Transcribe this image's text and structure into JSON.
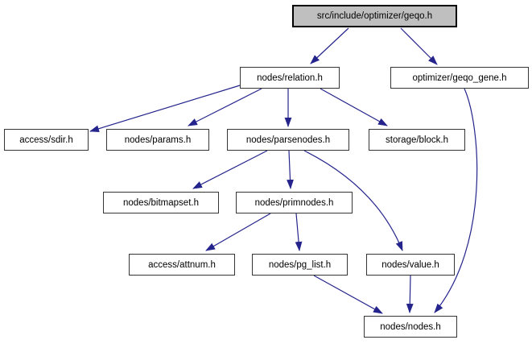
{
  "diagram": {
    "type": "include-dependency-graph",
    "root": "src/include/optimizer/geqo.h",
    "colors": {
      "background": "#ffffff",
      "edge": "#24248c",
      "node_border": "#353535",
      "root_border": "#000000",
      "root_fill": "#bfbfbf",
      "node_fill": "#ffffff",
      "text": "#000000"
    },
    "nodes": [
      {
        "id": "geqo",
        "label": "src/include/optimizer/geqo.h",
        "is_root": true
      },
      {
        "id": "relation",
        "label": "nodes/relation.h"
      },
      {
        "id": "geqo_gene",
        "label": "optimizer/geqo_gene.h"
      },
      {
        "id": "sdir",
        "label": "access/sdir.h"
      },
      {
        "id": "params",
        "label": "nodes/params.h"
      },
      {
        "id": "parsenodes",
        "label": "nodes/parsenodes.h"
      },
      {
        "id": "block",
        "label": "storage/block.h"
      },
      {
        "id": "bitmapset",
        "label": "nodes/bitmapset.h"
      },
      {
        "id": "primnodes",
        "label": "nodes/primnodes.h"
      },
      {
        "id": "attnum",
        "label": "access/attnum.h"
      },
      {
        "id": "pg_list",
        "label": "nodes/pg_list.h"
      },
      {
        "id": "value",
        "label": "nodes/value.h"
      },
      {
        "id": "nodes",
        "label": "nodes/nodes.h"
      }
    ],
    "edges": [
      {
        "from": "src/include/optimizer/geqo.h",
        "to": "nodes/relation.h"
      },
      {
        "from": "src/include/optimizer/geqo.h",
        "to": "optimizer/geqo_gene.h"
      },
      {
        "from": "nodes/relation.h",
        "to": "access/sdir.h"
      },
      {
        "from": "nodes/relation.h",
        "to": "nodes/params.h"
      },
      {
        "from": "nodes/relation.h",
        "to": "nodes/parsenodes.h"
      },
      {
        "from": "nodes/relation.h",
        "to": "storage/block.h"
      },
      {
        "from": "nodes/parsenodes.h",
        "to": "nodes/bitmapset.h"
      },
      {
        "from": "nodes/parsenodes.h",
        "to": "nodes/primnodes.h"
      },
      {
        "from": "nodes/parsenodes.h",
        "to": "nodes/value.h"
      },
      {
        "from": "nodes/primnodes.h",
        "to": "access/attnum.h"
      },
      {
        "from": "nodes/primnodes.h",
        "to": "nodes/pg_list.h"
      },
      {
        "from": "nodes/pg_list.h",
        "to": "nodes/nodes.h"
      },
      {
        "from": "nodes/value.h",
        "to": "nodes/nodes.h"
      },
      {
        "from": "optimizer/geqo_gene.h",
        "to": "nodes/nodes.h"
      }
    ]
  }
}
